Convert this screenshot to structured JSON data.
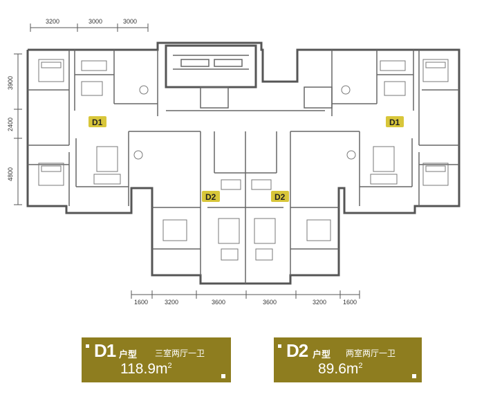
{
  "dimensions": {
    "top": [
      "3200",
      "3000",
      "3000"
    ],
    "left": [
      "3900",
      "2400",
      "4800"
    ],
    "bottom": [
      "1600",
      "3200",
      "3600",
      "3600",
      "3200",
      "1600"
    ]
  },
  "unit_labels": [
    "D1",
    "D1",
    "D2",
    "D2"
  ],
  "panels": [
    {
      "code": "D1",
      "type": "户型",
      "layout": "三室两厅一卫",
      "area_value": "118.9m",
      "area_sup": "2"
    },
    {
      "code": "D2",
      "type": "户型",
      "layout": "两室两厅一卫",
      "area_value": "89.6m",
      "area_sup": "2"
    }
  ],
  "colors": {
    "panel": "#8e7d1f",
    "label_bg": "#d8c63a",
    "wall": "#555555"
  }
}
